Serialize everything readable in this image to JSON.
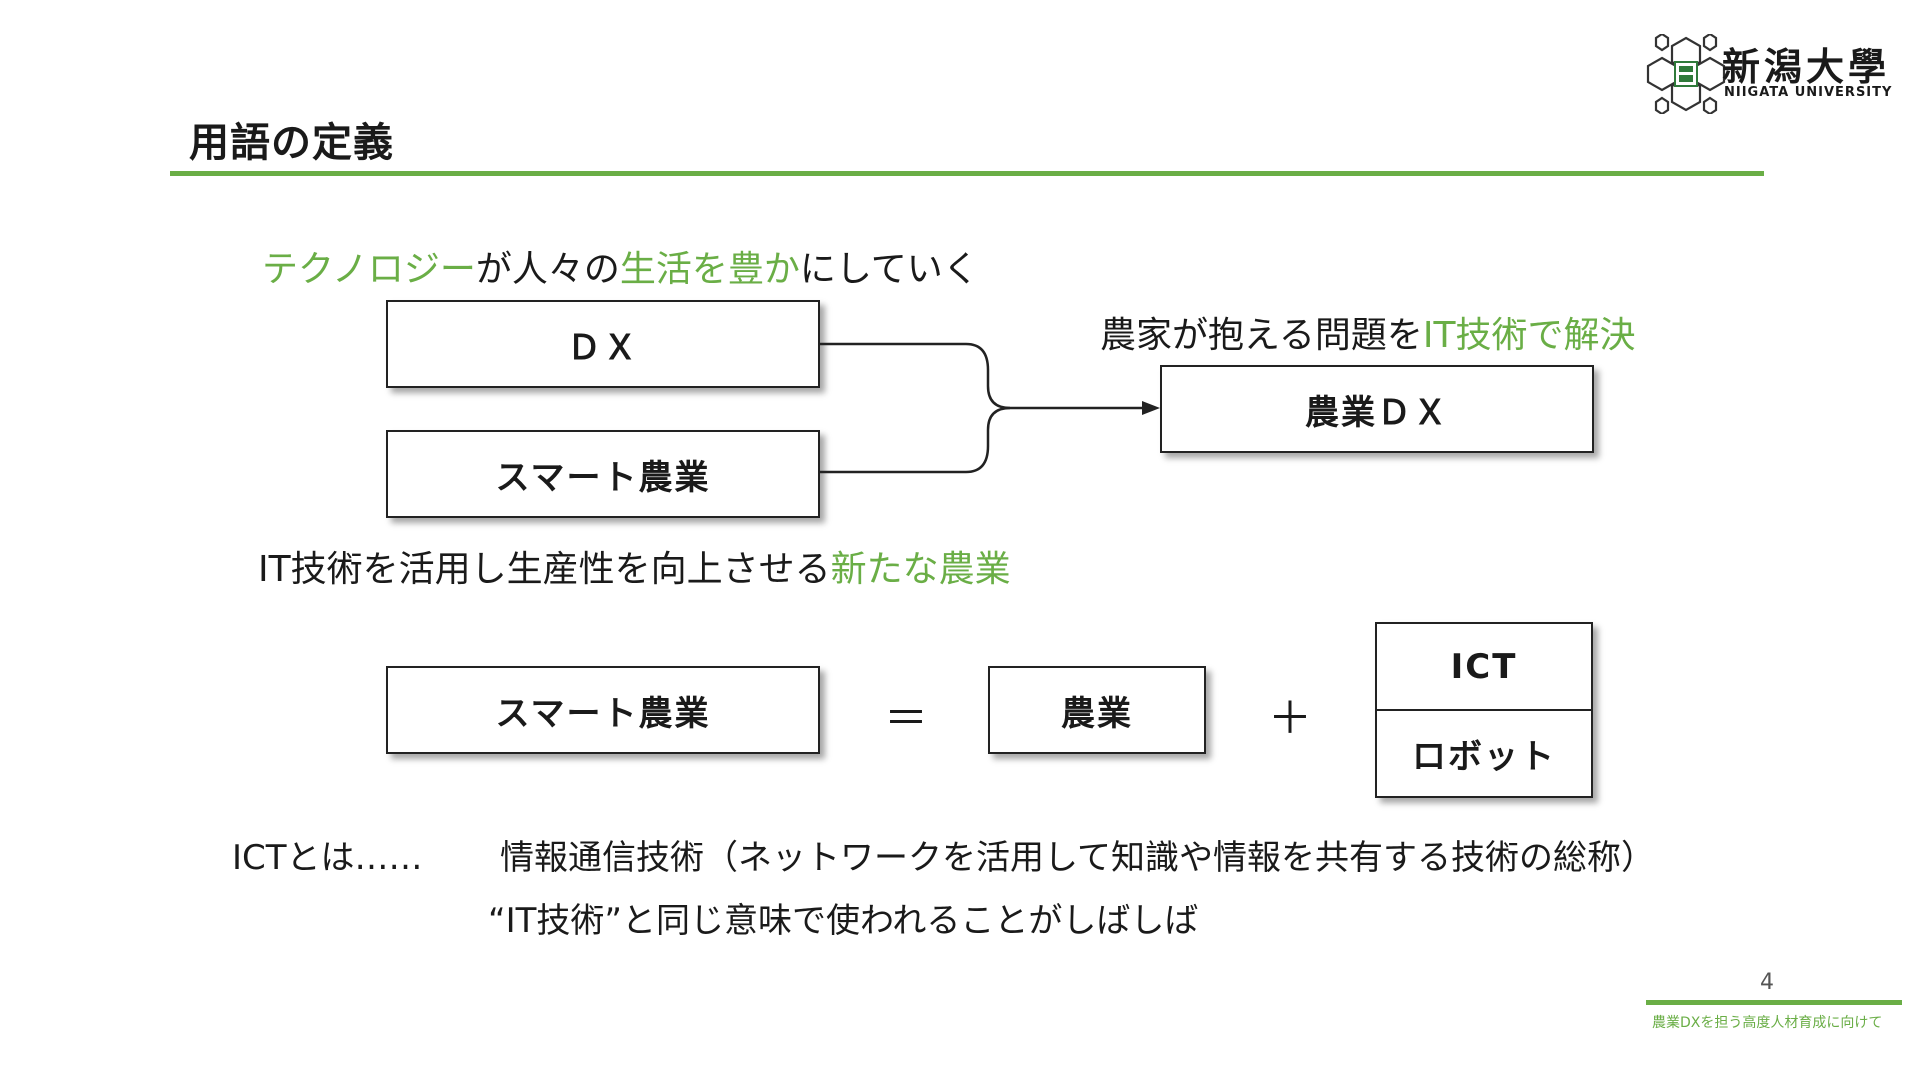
{
  "header": {
    "title": "用語の定義",
    "logo_jp": "新潟大學",
    "logo_en": "NIIGATA UNIVERSITY"
  },
  "dx_definition": {
    "parts": [
      "テクノロジー",
      "が人々の",
      "生活を豊か",
      "にしていく"
    ]
  },
  "agri_dx_definition": {
    "parts": [
      "農家が抱える問題を",
      "IT技術で解決"
    ]
  },
  "smart_agri_definition": {
    "parts": [
      "IT技術を活用し生産性を向上させる",
      "新たな農業"
    ]
  },
  "diagram": {
    "dx_label": "ＤＸ",
    "smart_agri_label": "スマート農業",
    "agri_dx_label": "農業ＤＸ"
  },
  "equation": {
    "lhs": "スマート農業",
    "equals": "＝",
    "term1": "農業",
    "plus": "＋",
    "term2_top": "ICT",
    "term2_bottom": "ロボット"
  },
  "ict_note": {
    "label": "ICTとは……",
    "definition": "情報通信技術（ネットワークを活用して知識や情報を共有する技術の総称）",
    "note": "“IT技術”と同じ意味で使われることがしばしば"
  },
  "footer": {
    "page_number": "4",
    "text": "農業DXを担う高度人材育成に向けて"
  },
  "colors": {
    "accent": "#6aae46",
    "text": "#1a1a1a",
    "border": "#222222"
  }
}
